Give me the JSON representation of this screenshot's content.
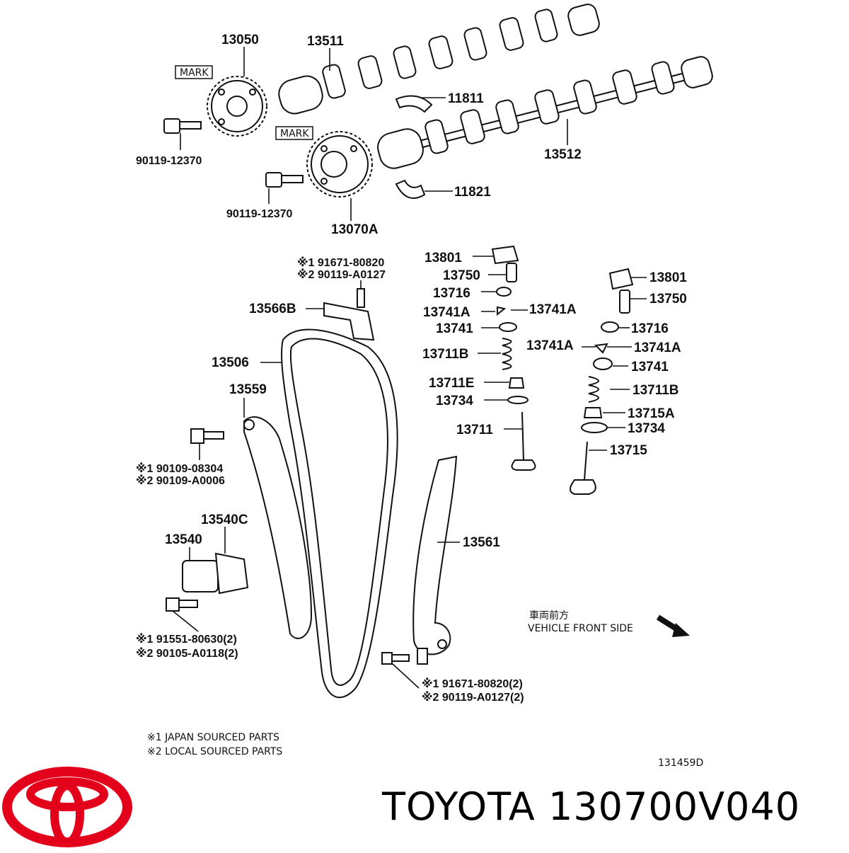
{
  "diagram": {
    "labels": {
      "p13050": "13050",
      "p13511": "13511",
      "mark1": "MARK",
      "mark2": "MARK",
      "p11811": "11811",
      "p13512": "13512",
      "p90119_12370_a": "90119-12370",
      "p90119_12370_b": "90119-12370",
      "p11821": "11821",
      "p13070A": "13070A",
      "p91671_80820": "※1 91671-80820",
      "p90119_A0127": "※2 90119-A0127",
      "p13566B": "13566B",
      "p13506": "13506",
      "p13559": "13559",
      "p90109_08304": "※1 90109-08304",
      "p90109_A0006": "※2 90109-A0006",
      "p13540C": "13540C",
      "p13540": "13540",
      "p91551_80630": "※1 91551-80630(2)",
      "p90105_A0118": "※2 90105-A0118(2)",
      "p13561": "13561",
      "p91671_80820_2": "※1 91671-80820(2)",
      "p90119_A0127_2": "※2 90119-A0127(2)",
      "l13801": "13801",
      "l13750": "13750",
      "l13716": "13716",
      "l13741A_a": "13741A",
      "l13741A_b": "13741A",
      "l13741": "13741",
      "l13711B": "13711B",
      "l13711E": "13711E",
      "l13734": "13734",
      "l13711": "13711",
      "r13801": "13801",
      "r13750": "13750",
      "r13716": "13716",
      "r13741A_a": "13741A",
      "r13741A_b": "13741A",
      "r13741": "13741",
      "r13711B": "13711B",
      "r13715A": "13715A",
      "r13734": "13734",
      "r13715": "13715",
      "front_jp": "車両前方",
      "front_en": "VEHICLE FRONT SIDE",
      "note1": "※1 JAPAN SOURCED PARTS",
      "note2": "※2 LOCAL SOURCED PARTS",
      "drawing_no": "131459D"
    }
  },
  "brand": {
    "name_and_part": "TOYOTA 130700V040",
    "logo_color": "#e3001b"
  }
}
